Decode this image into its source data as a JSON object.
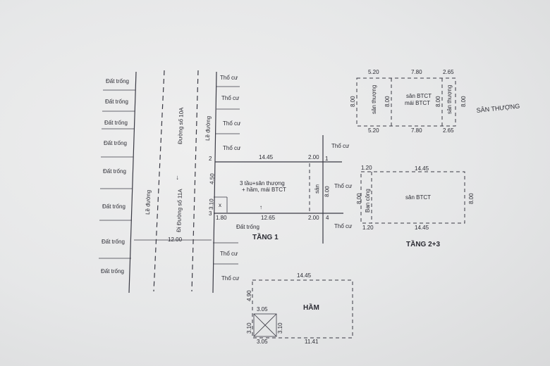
{
  "site": {
    "empty_lot": "Đất trống",
    "residential": "Thổ cư",
    "sidewalk": "Lề đường",
    "street_10a": "Đường số 10A",
    "street_11a": "Đi Đường số 11A",
    "arrow": "←",
    "road_width": "12.00",
    "depth": "4.50"
  },
  "floor1": {
    "title": "TẦNG 1",
    "desc_line1": "3 tầu+sân thượng",
    "desc_line2": "+ hầm, mái BTCT",
    "courtyard": "sân",
    "top_length": "14.45",
    "top_right": "2.00",
    "bottom_left": "1.80",
    "bottom_length": "12.65",
    "bottom_right": "2.00",
    "left_dim": "3.10",
    "right_dim": "8.00",
    "corner_1": "1",
    "corner_2": "2",
    "corner_3": "3",
    "corner_4": "4"
  },
  "rooftop": {
    "title": "SÂN THƯỢNG",
    "top_dims": [
      "5.20",
      "7.80",
      "2.65"
    ],
    "bottom_dims": [
      "5.20",
      "7.80",
      "2.65"
    ],
    "height": "8.00",
    "left_label": "sân thượng",
    "center_line1": "sân BTCT",
    "center_line2": "mái BTCT",
    "right_label": "sân thượng"
  },
  "floor23": {
    "title": "TẦNG 2+3",
    "top_left": "1.20",
    "top_length": "14.45",
    "bottom_left": "1.20",
    "bottom_length": "14.45",
    "height": "8.00",
    "balcony": "Ban công",
    "center": "sân BTCT"
  },
  "basement": {
    "title": "HẦM",
    "top_length": "14.45",
    "left_top": "4.90",
    "ramp_width": "3.05",
    "ramp_height": "3.10",
    "bottom_left": "3.05",
    "bottom_length": "11.41"
  }
}
